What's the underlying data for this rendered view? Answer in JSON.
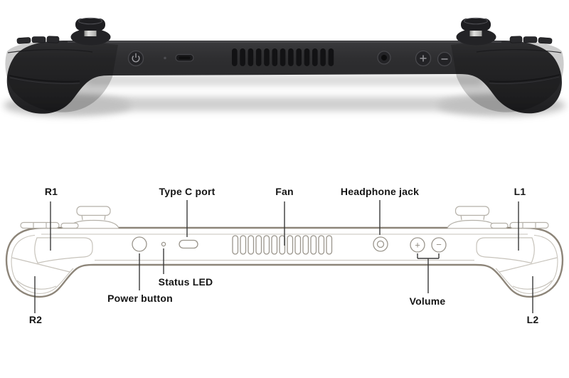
{
  "callouts": {
    "r1": {
      "label": "R1"
    },
    "type_c_port": {
      "label": "Type C port"
    },
    "fan": {
      "label": "Fan"
    },
    "headphone_jack": {
      "label": "Headphone jack"
    },
    "l1": {
      "label": "L1"
    },
    "status_led": {
      "label": "Status LED"
    },
    "power_button": {
      "label": "Power button"
    },
    "volume": {
      "label": "Volume"
    },
    "r2": {
      "label": "R2"
    },
    "l2": {
      "label": "L2"
    }
  },
  "diagram_glyphs": {
    "plus": "+",
    "minus": "−"
  },
  "colors": {
    "background": "#ffffff",
    "device_body": "#2b2b2d",
    "outline": "#8d8579",
    "seam": "#c7c3bb",
    "component_stroke": "#9a958c",
    "leader": "#3a3a3a",
    "label_text": "#151515"
  }
}
